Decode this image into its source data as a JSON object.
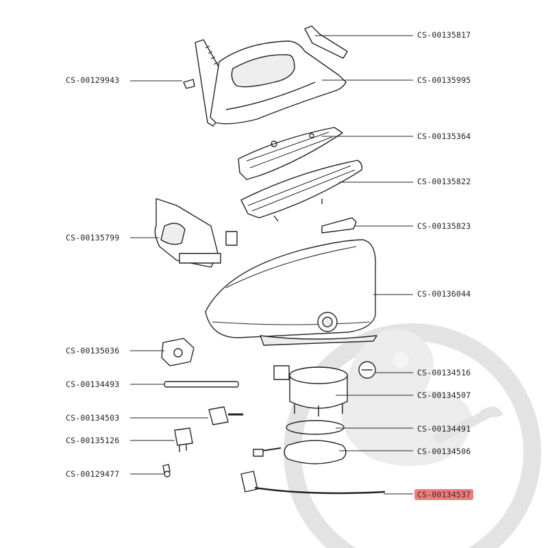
{
  "colors": {
    "line": "#222222",
    "watermark": "#e3e3e3",
    "highlight": "#f07b7b"
  },
  "labels": {
    "l1": "CS-00129943",
    "l2": "CS-00135799",
    "l3": "CS-00135036",
    "l4": "CS-00134493",
    "l5": "CS-00134503",
    "l6": "CS-00135126",
    "l7": "CS-00129477",
    "r1": "CS-00135817",
    "r2": "CS-00135995",
    "r3": "CS-00135364",
    "r4": "CS-00135822",
    "r5": "CS-00135823",
    "r6": "CS-00136044",
    "r7": "CS-00134516",
    "r8": "CS-00134507",
    "r9": "CS-00134491",
    "r10": "CS-00134506",
    "r11": "CS-00134537"
  },
  "highlighted_part": "CS-00134537",
  "watermark_icon": "duck-mascot-logo"
}
